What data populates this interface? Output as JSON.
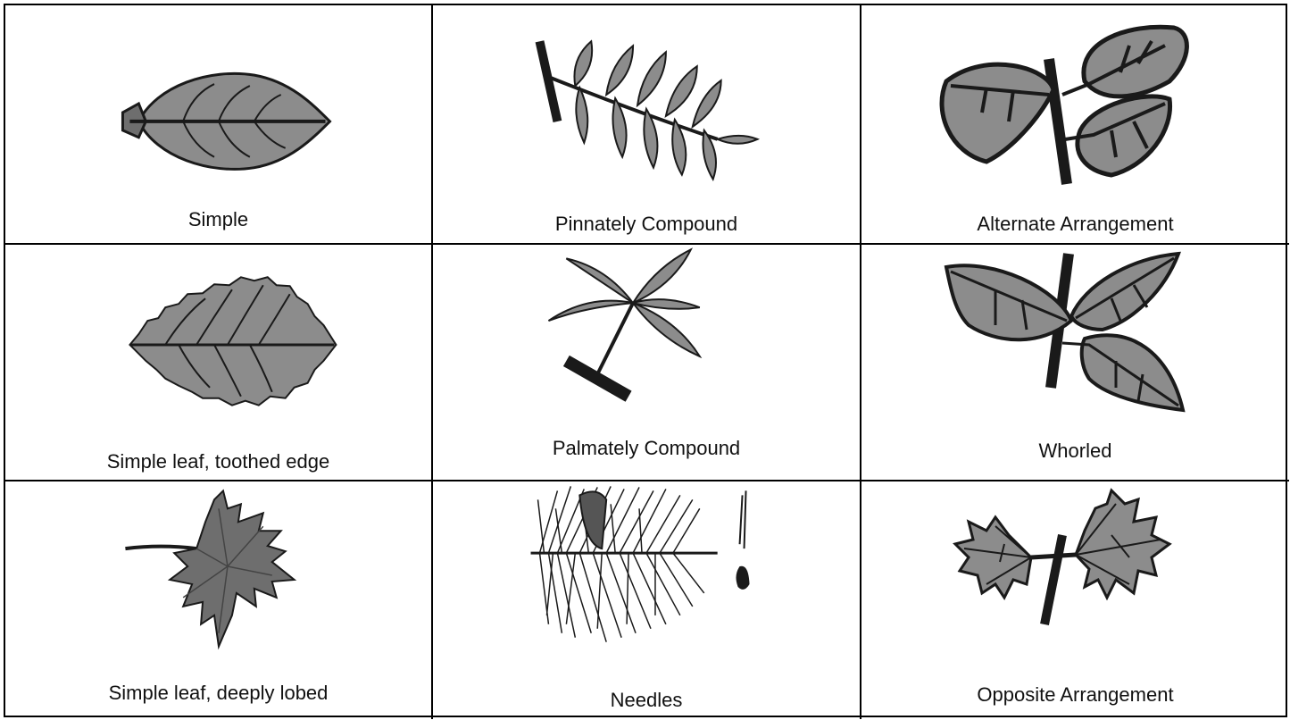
{
  "cells": [
    {
      "caption": "Simple",
      "illustration": "simple-leaf-icon"
    },
    {
      "caption": "Pinnately Compound",
      "illustration": "pinnately-compound-leaf-icon"
    },
    {
      "caption": "Alternate Arrangement",
      "illustration": "alternate-arrangement-icon"
    },
    {
      "caption": "Simple leaf, toothed edge",
      "illustration": "toothed-leaf-icon"
    },
    {
      "caption": "Palmately Compound",
      "illustration": "palmately-compound-leaf-icon"
    },
    {
      "caption": "Whorled",
      "illustration": "whorled-arrangement-icon"
    },
    {
      "caption": "Simple leaf, deeply lobed",
      "illustration": "lobed-leaf-icon"
    },
    {
      "caption": "Needles",
      "illustration": "needles-icon"
    },
    {
      "caption": "Opposite Arrangement",
      "illustration": "opposite-arrangement-icon"
    }
  ],
  "colors": {
    "leaf_fill": "#8c8c8c",
    "leaf_dark": "#666666",
    "outline": "#1a1a1a",
    "border": "#000000"
  }
}
